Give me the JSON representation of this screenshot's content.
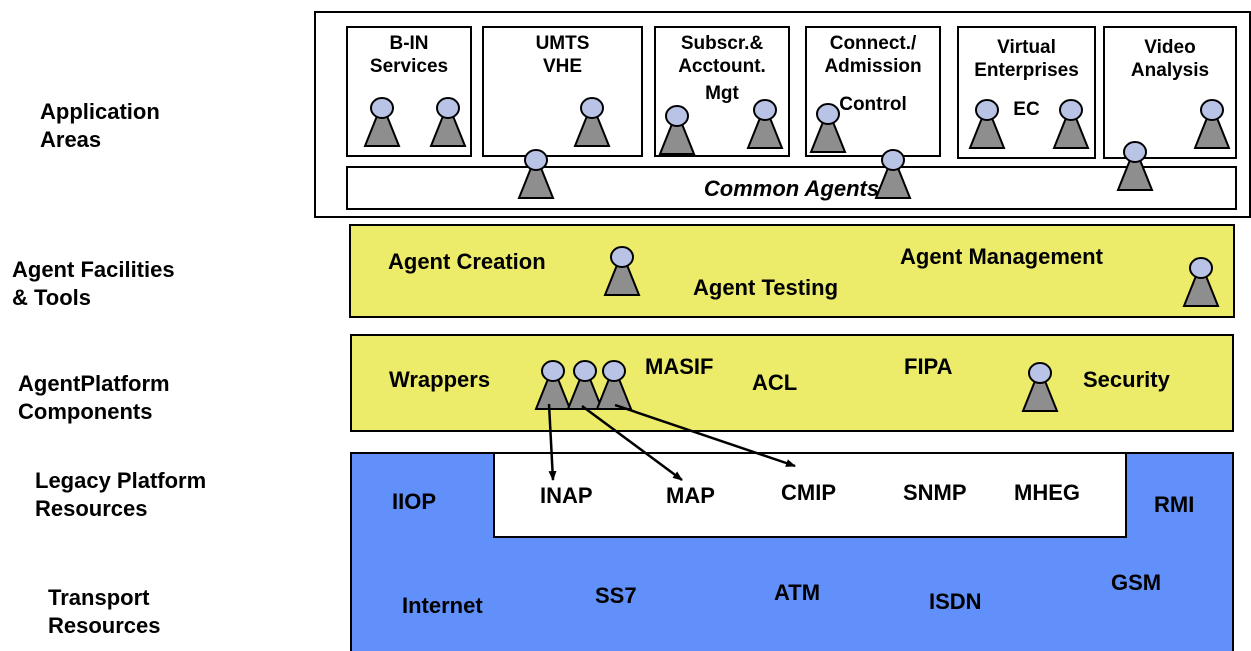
{
  "layers": {
    "application": "Application\nAreas",
    "facilities": "Agent Facilities\n& Tools",
    "platform": "AgentPlatform\nComponents",
    "legacy": "Legacy Platform\nResources",
    "transport": "Transport\nResources"
  },
  "application_areas": [
    "B-IN\nServices",
    "UMTS\nVHE",
    "Subscr.&\nAcctount.",
    "Connect./\nAdmission",
    "Virtual\nEnterprises",
    "Video\nAnalysis"
  ],
  "application_extra": {
    "mgt": "Mgt",
    "control": "Control",
    "ec": "EC"
  },
  "common_agents": "Common Agents",
  "facilities": {
    "creation": "Agent Creation",
    "testing": "Agent Testing",
    "management": "Agent Management"
  },
  "platform": {
    "wrappers": "Wrappers",
    "masif": "MASIF",
    "acl": "ACL",
    "fipa": "FIPA",
    "security": "Security"
  },
  "legacy": {
    "iiop": "IIOP",
    "inap": "INAP",
    "map": "MAP",
    "cmip": "CMIP",
    "snmp": "SNMP",
    "mheg": "MHEG",
    "rmi": "RMI"
  },
  "transport": {
    "internet": "Internet",
    "ss7": "SS7",
    "atm": "ATM",
    "isdn": "ISDN",
    "gsm": "GSM"
  },
  "colors": {
    "yellow": "#ecec6a",
    "blue": "#6190fb",
    "agent_head": "#b9c3e6",
    "agent_body": "#8e8e8e"
  }
}
